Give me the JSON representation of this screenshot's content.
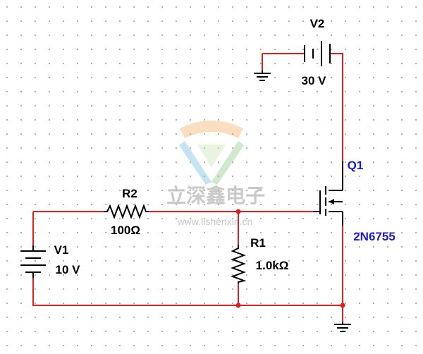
{
  "colors": {
    "wire": "#e0201c",
    "component": "#000000",
    "part_label": "#1a1ac8",
    "grid_dot": "#9a9a9a",
    "junction": "#e0201c"
  },
  "components": {
    "v2": {
      "name": "V2",
      "value": "30 V"
    },
    "v1": {
      "name": "V1",
      "value": "10 V"
    },
    "r2": {
      "name": "R2",
      "value": "100Ω"
    },
    "r1": {
      "name": "R1",
      "value": "1.0kΩ"
    },
    "q1": {
      "name": "Q1",
      "part": "2N6755"
    }
  },
  "watermark": {
    "text": "立深鑫电子",
    "url": "www.lishenxin.cn"
  }
}
